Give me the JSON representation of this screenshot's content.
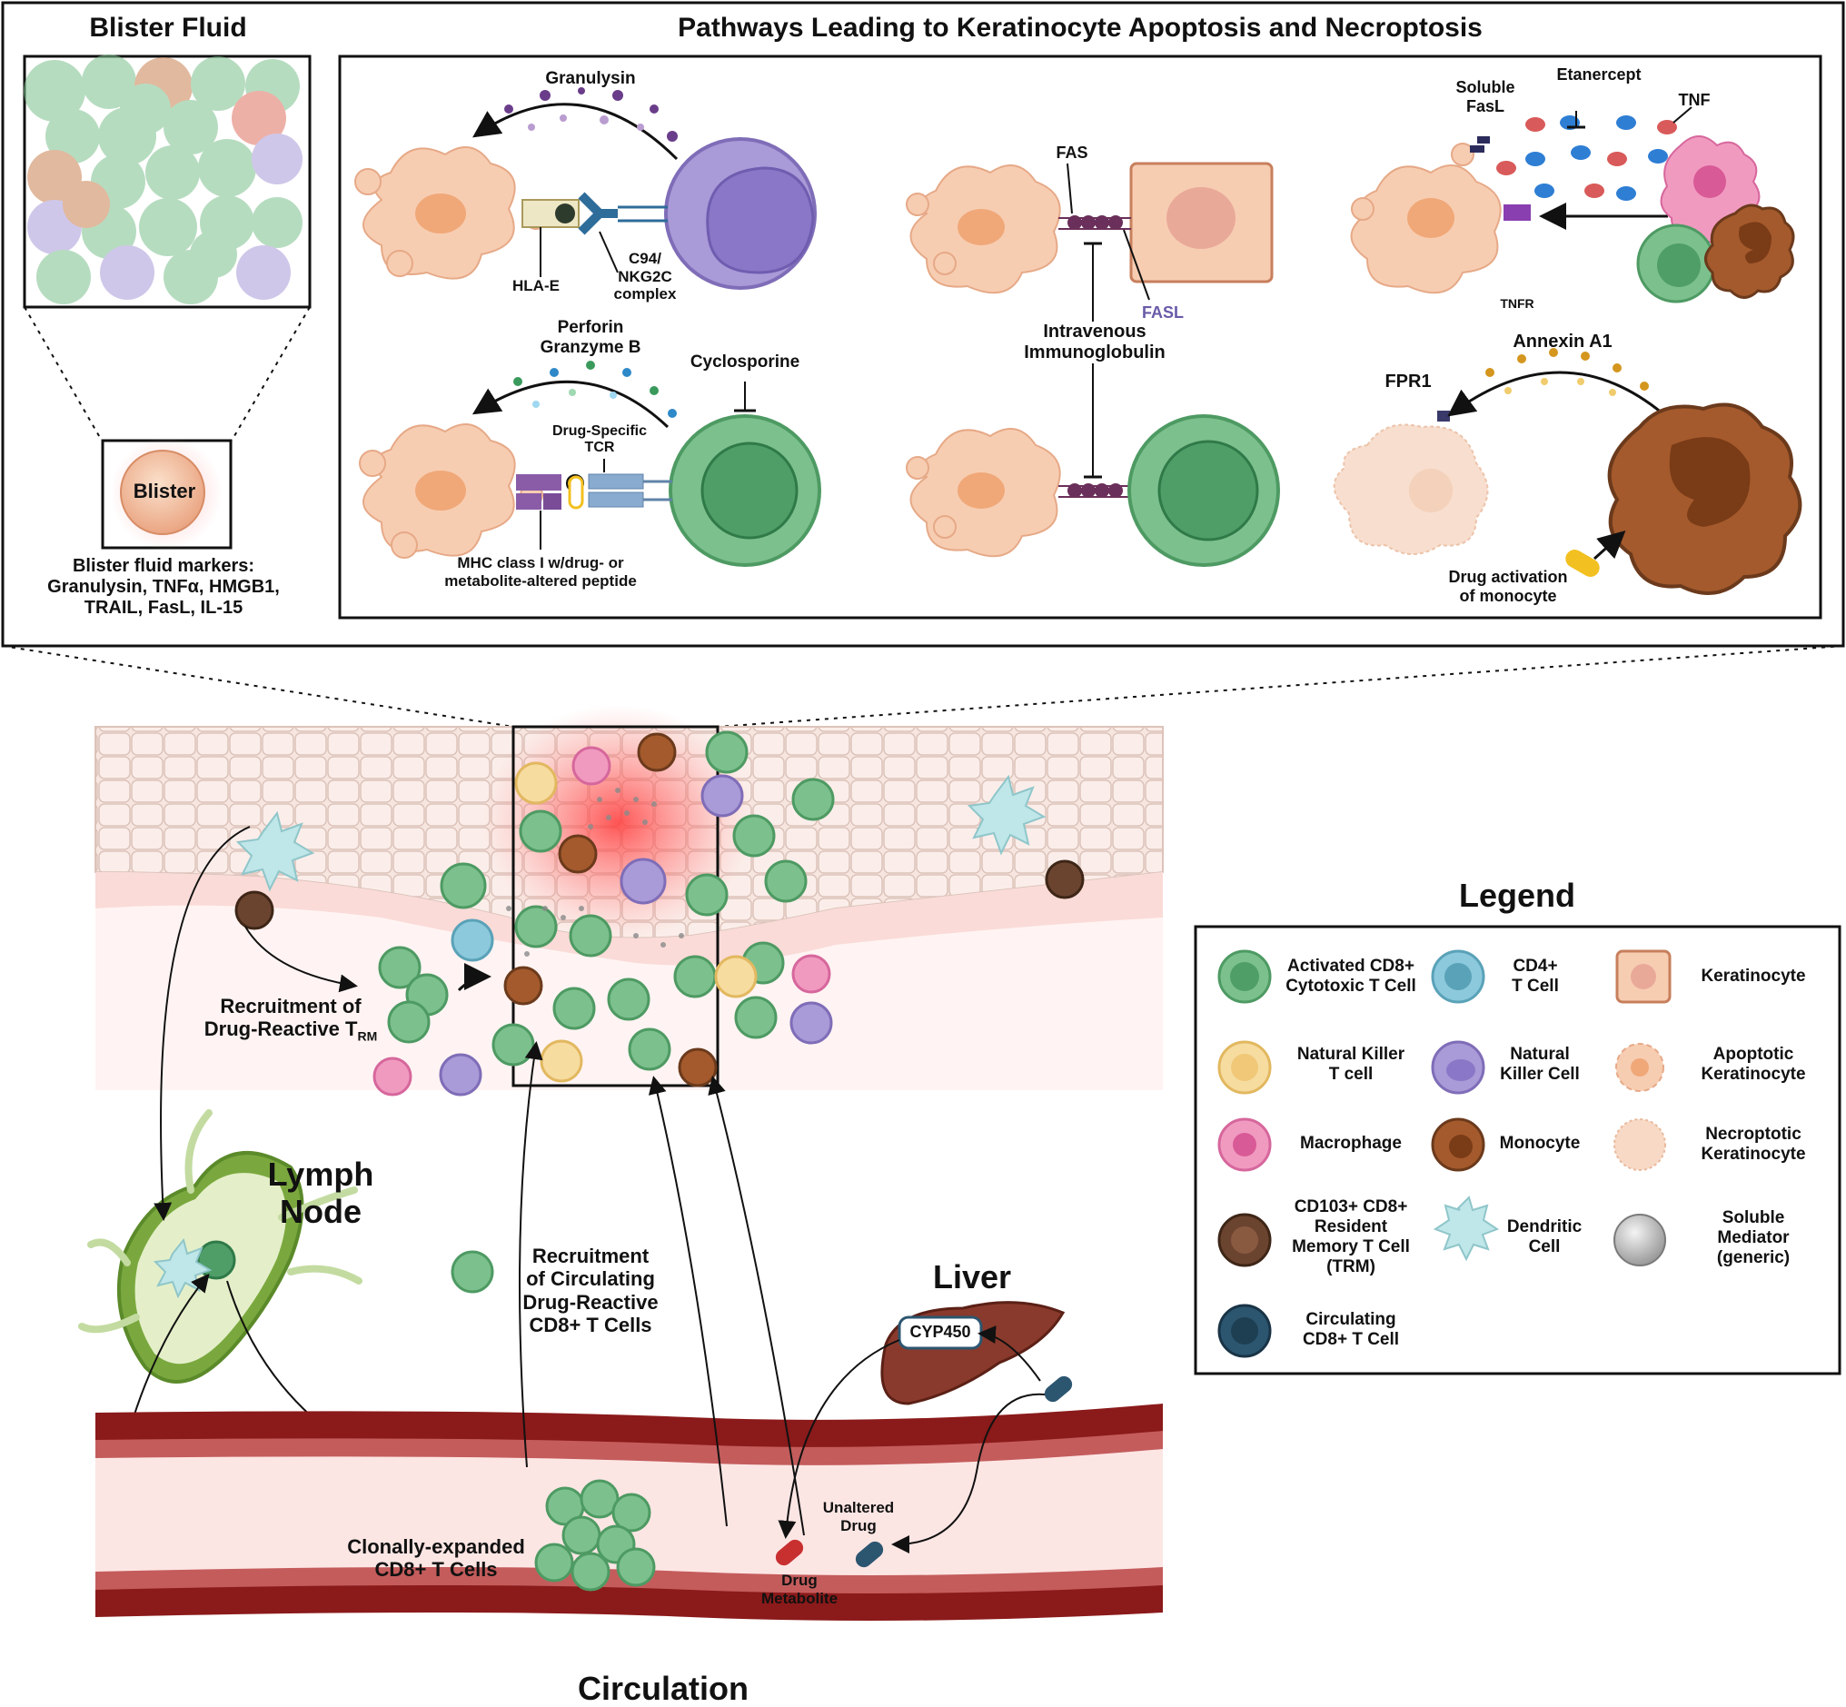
{
  "blister": {
    "title": "Blister Fluid",
    "blister_label": "Blister",
    "markers": "Blister fluid markers:\nGranulysin, TNFα, HMGB1,\nTRAIL, FasL, IL-15"
  },
  "pathways": {
    "title": "Pathways Leading to Keratinocyte Apoptosis and Necroptosis",
    "granulysin": "Granulysin",
    "hla_e": "HLA-E",
    "c94": "C94/\nNKG2C\ncomplex",
    "perforin": "Perforin\nGranzyme B",
    "cyclosporine": "Cyclosporine",
    "drug_tcr": "Drug-Specific\nTCR",
    "mhc": "MHC class I w/drug- or\nmetabolite-altered peptide",
    "fas": "FAS",
    "fasl": "FASL",
    "ivig": "Intravenous\nImmunoglobulin",
    "soluble_fasl": "Soluble\nFasL",
    "etanercept": "Etanercept",
    "tnf": "TNF",
    "tnfr": "TNFR",
    "annexin": "Annexin A1",
    "fpr1": "FPR1",
    "drug_activation": "Drug activation\nof monocyte"
  },
  "skin": {
    "recruit_trm": "Recruitment of\nDrug-Reactive T",
    "trm_sub": "RM",
    "lymph_node": "Lymph\nNode",
    "recruit_circ": "Recruitment\nof Circulating\nDrug-Reactive\nCD8+ T Cells",
    "liver": "Liver",
    "cyp450": "CYP450",
    "clonal": "Clonally-expanded\nCD8+ T Cells",
    "unaltered": "Unaltered\nDrug",
    "metabolite": "Drug\nMetabolite",
    "circulation": "Circulation"
  },
  "legend": {
    "title": "Legend",
    "items": [
      {
        "label": "Activated CD8+\nCytotoxic T Cell",
        "icon": "activated-cd8-icon"
      },
      {
        "label": "CD4+\nT Cell",
        "icon": "cd4-icon"
      },
      {
        "label": "Keratinocyte",
        "icon": "keratinocyte-icon"
      },
      {
        "label": "Natural Killer\nT cell",
        "icon": "nkt-icon"
      },
      {
        "label": "Natural\nKiller Cell",
        "icon": "nk-icon"
      },
      {
        "label": "Apoptotic\nKeratinocyte",
        "icon": "apoptotic-icon"
      },
      {
        "label": "Macrophage",
        "icon": "macrophage-icon"
      },
      {
        "label": "Monocyte",
        "icon": "monocyte-icon"
      },
      {
        "label": "Necroptotic\nKeratinocyte",
        "icon": "necroptotic-icon"
      },
      {
        "label": "CD103+ CD8+\nResident\nMemory T Cell\n(TRM)",
        "icon": "trm-icon"
      },
      {
        "label": "Dendritic\nCell",
        "icon": "dendritic-icon"
      },
      {
        "label": "Soluble\nMediator\n(generic)",
        "icon": "mediator-icon"
      },
      {
        "label": "Circulating\nCD8+ T Cell",
        "icon": "circulating-cd8-icon"
      }
    ]
  },
  "colors": {
    "cd8": "#7cc08e",
    "cd4": "#8cc9dc",
    "keratinocyte": "#f7cdb2",
    "nkt": "#f7dca0",
    "nk": "#a99ad8",
    "macrophage": "#f19ac0",
    "monocyte": "#a45a2c",
    "trm": "#6b4430",
    "dendritic": "#bfe6e8",
    "circulating": "#2c5670",
    "vessel": "#8b1a1a"
  }
}
